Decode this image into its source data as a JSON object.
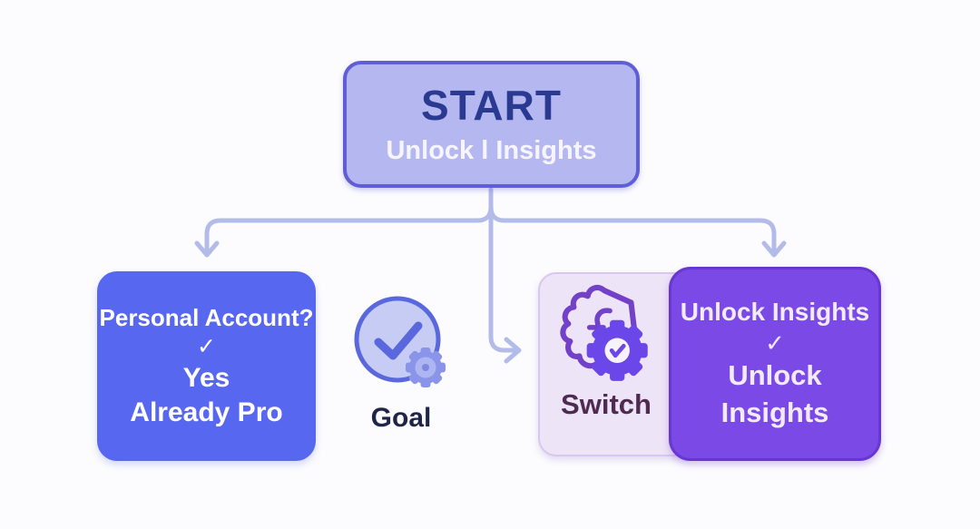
{
  "nodes": {
    "start": {
      "title": "START",
      "subtitle": "Unlock l Insights"
    },
    "personal": {
      "question": "Personal Account?",
      "check": "✓",
      "answer": "Yes",
      "detail": "Already Pro"
    },
    "goal": {
      "label": "Goal"
    },
    "switch": {
      "label": "Switch"
    },
    "unlock": {
      "title": "Unlock Insights",
      "check": "✓",
      "line1": "Unlock",
      "line2": "Insights"
    }
  },
  "icons": {
    "goal": "check-circle-gear-icon",
    "switch": "shield-route-gear-check-icon",
    "connectors": "branching-arrows"
  },
  "colors": {
    "background": "#fcfcfe",
    "connector": "#b3bce8",
    "start_fill": "#b5b8f0",
    "start_border": "#5f5ed6",
    "start_title_color": "#2b3a91",
    "start_subtitle_color": "#f6f5fd",
    "left_node_fill": "#5767f0",
    "left_node_text": "#ffffff",
    "goal_circle_fill": "#c7ccf5",
    "goal_stroke": "#5a68de",
    "goal_gear_outer": "#8a94e9",
    "goal_gear_inner": "#aeb5f3",
    "goal_gear_dot": "#7f88e0",
    "goal_label_color": "#1f2547",
    "switch_fill": "#eee4f7",
    "switch_border": "#d8c7ee",
    "switch_icon_color": "#7240c9",
    "switch_gear_color": "#6b46e8",
    "switch_gear_center": "#f7f3fc",
    "switch_label_color": "#4f2b52",
    "right_node_fill": "#7b49e6",
    "right_node_border": "#6936d2",
    "right_node_text": "#f2ebfd"
  }
}
